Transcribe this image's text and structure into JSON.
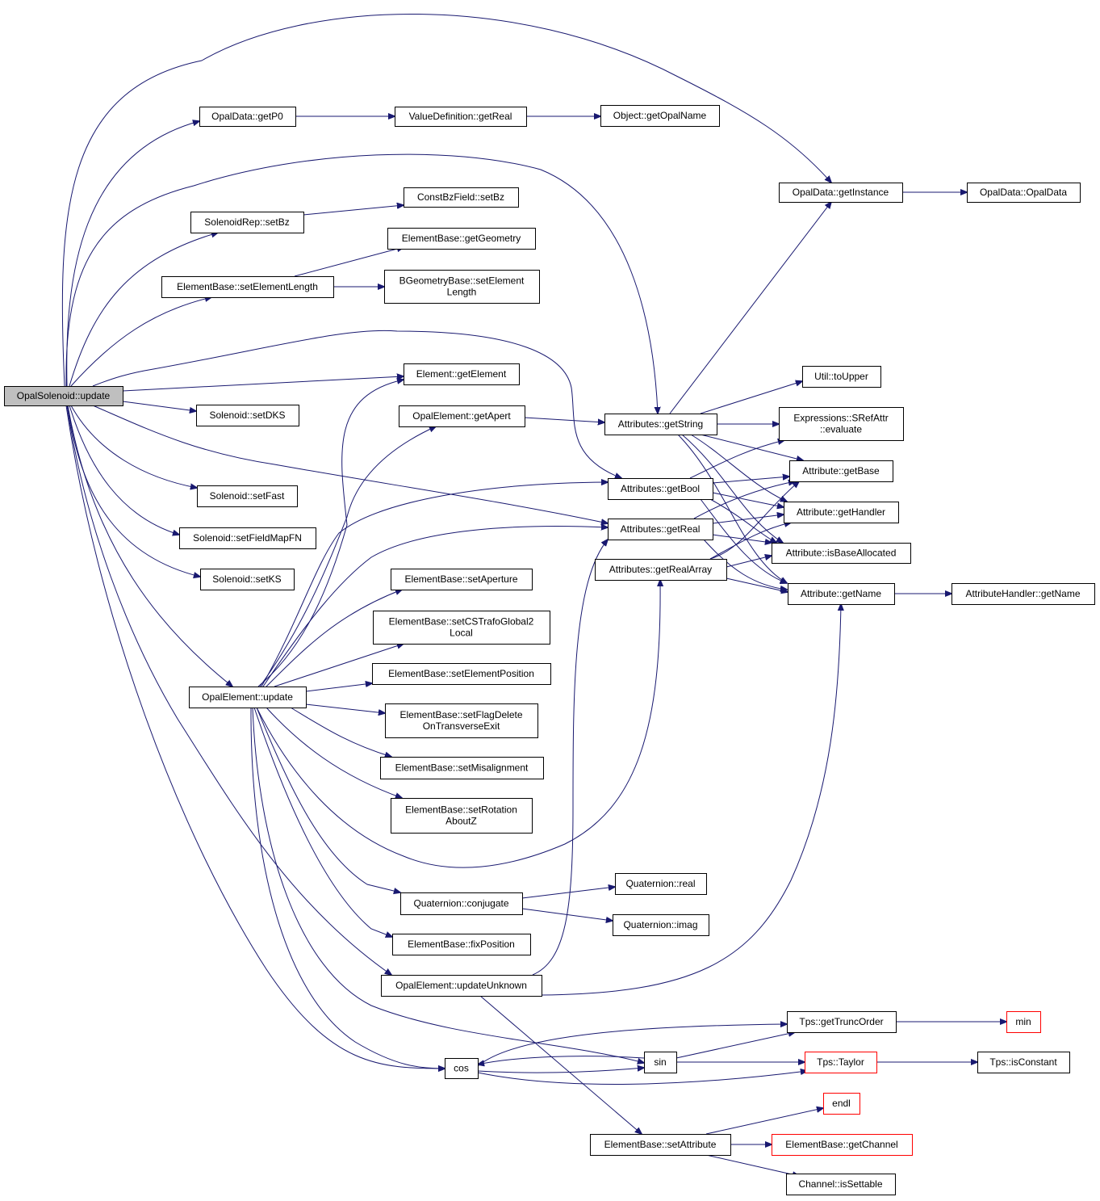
{
  "diagram": {
    "colors": {
      "edge": "#191970",
      "node_border": "#000000",
      "truncated_border": "#ff0000",
      "root_fill": "#bfbfbf",
      "node_fill": "#ffffff"
    },
    "nodes": [
      {
        "id": "opalsolenoid_update",
        "lines": [
          "OpalSolenoid::update"
        ],
        "root": true
      },
      {
        "id": "opaldata_getp0",
        "lines": [
          "OpalData::getP0"
        ]
      },
      {
        "id": "valuedefinition_getreal",
        "lines": [
          "ValueDefinition::getReal"
        ]
      },
      {
        "id": "object_getopalname",
        "lines": [
          "Object::getOpalName"
        ]
      },
      {
        "id": "opaldata_getinstance",
        "lines": [
          "OpalData::getInstance"
        ]
      },
      {
        "id": "opaldata_opaldata",
        "lines": [
          "OpalData::OpalData"
        ]
      },
      {
        "id": "solenoidrep_setbz",
        "lines": [
          "SolenoidRep::setBz"
        ]
      },
      {
        "id": "constbzfield_setbz",
        "lines": [
          "ConstBzField::setBz"
        ]
      },
      {
        "id": "elementbase_getgeometry",
        "lines": [
          "ElementBase::getGeometry"
        ]
      },
      {
        "id": "elementbase_setelementlength",
        "lines": [
          "ElementBase::setElementLength"
        ]
      },
      {
        "id": "bgeometrybase_setelementlength",
        "lines": [
          "BGeometryBase::setElement",
          "Length"
        ]
      },
      {
        "id": "element_getelement",
        "lines": [
          "Element::getElement"
        ]
      },
      {
        "id": "solenoid_setdks",
        "lines": [
          "Solenoid::setDKS"
        ]
      },
      {
        "id": "opalelement_getapert",
        "lines": [
          "OpalElement::getApert"
        ]
      },
      {
        "id": "attributes_getstring",
        "lines": [
          "Attributes::getString"
        ]
      },
      {
        "id": "util_toupper",
        "lines": [
          "Util::toUpper"
        ]
      },
      {
        "id": "expressions_srefattr_evaluate",
        "lines": [
          "Expressions::SRefAttr",
          "::evaluate"
        ]
      },
      {
        "id": "attribute_getbase",
        "lines": [
          "Attribute::getBase"
        ]
      },
      {
        "id": "attributes_getbool",
        "lines": [
          "Attributes::getBool"
        ]
      },
      {
        "id": "solenoid_setfast",
        "lines": [
          "Solenoid::setFast"
        ]
      },
      {
        "id": "attribute_gethandler",
        "lines": [
          "Attribute::getHandler"
        ]
      },
      {
        "id": "attributes_getreal",
        "lines": [
          "Attributes::getReal"
        ]
      },
      {
        "id": "solenoid_setfieldmapfn",
        "lines": [
          "Solenoid::setFieldMapFN"
        ]
      },
      {
        "id": "attribute_isbaseallocated",
        "lines": [
          "Attribute::isBaseAllocated"
        ]
      },
      {
        "id": "attributes_getrealarray",
        "lines": [
          "Attributes::getRealArray"
        ]
      },
      {
        "id": "elementbase_setaperture",
        "lines": [
          "ElementBase::setAperture"
        ]
      },
      {
        "id": "solenoid_setks",
        "lines": [
          "Solenoid::setKS"
        ]
      },
      {
        "id": "attribute_getname",
        "lines": [
          "Attribute::getName"
        ]
      },
      {
        "id": "attributehandler_getname",
        "lines": [
          "AttributeHandler::getName"
        ]
      },
      {
        "id": "elementbase_setcstrafoglobal2local",
        "lines": [
          "ElementBase::setCSTrafoGlobal2",
          "Local"
        ]
      },
      {
        "id": "elementbase_setelementposition",
        "lines": [
          "ElementBase::setElementPosition"
        ]
      },
      {
        "id": "opalelement_update",
        "lines": [
          "OpalElement::update"
        ]
      },
      {
        "id": "elementbase_setflagdeleteontransverseexit",
        "lines": [
          "ElementBase::setFlagDelete",
          "OnTransverseExit"
        ]
      },
      {
        "id": "elementbase_setmisalignment",
        "lines": [
          "ElementBase::setMisalignment"
        ]
      },
      {
        "id": "elementbase_setrotationaboutz",
        "lines": [
          "ElementBase::setRotation",
          "AboutZ"
        ]
      },
      {
        "id": "quaternion_real",
        "lines": [
          "Quaternion::real"
        ]
      },
      {
        "id": "quaternion_conjugate",
        "lines": [
          "Quaternion::conjugate"
        ]
      },
      {
        "id": "quaternion_imag",
        "lines": [
          "Quaternion::imag"
        ]
      },
      {
        "id": "elementbase_fixposition",
        "lines": [
          "ElementBase::fixPosition"
        ]
      },
      {
        "id": "opalelement_updateunknown",
        "lines": [
          "OpalElement::updateUnknown"
        ]
      },
      {
        "id": "tps_gettruncorder",
        "lines": [
          "Tps::getTruncOrder"
        ]
      },
      {
        "id": "min",
        "lines": [
          "min"
        ],
        "truncated": true
      },
      {
        "id": "sin",
        "lines": [
          "sin"
        ]
      },
      {
        "id": "tps_taylor",
        "lines": [
          "Tps::Taylor"
        ],
        "truncated": true
      },
      {
        "id": "tps_isconstant",
        "lines": [
          "Tps::isConstant"
        ]
      },
      {
        "id": "cos",
        "lines": [
          "cos"
        ]
      },
      {
        "id": "endl",
        "lines": [
          "endl"
        ],
        "truncated": true
      },
      {
        "id": "elementbase_setattribute",
        "lines": [
          "ElementBase::setAttribute"
        ]
      },
      {
        "id": "elementbase_getchannel",
        "lines": [
          "ElementBase::getChannel"
        ],
        "truncated": true
      },
      {
        "id": "channel_issettable",
        "lines": [
          "Channel::isSettable"
        ]
      }
    ],
    "edges": [
      {
        "from": "opalsolenoid_update",
        "to": "opaldata_getp0"
      },
      {
        "from": "opalsolenoid_update",
        "to": "opaldata_getinstance"
      },
      {
        "from": "opalsolenoid_update",
        "to": "attributes_getstring"
      },
      {
        "from": "opalsolenoid_update",
        "to": "solenoidrep_setbz"
      },
      {
        "from": "opalsolenoid_update",
        "to": "elementbase_setelementlength"
      },
      {
        "from": "opalsolenoid_update",
        "to": "attributes_getbool"
      },
      {
        "from": "opalsolenoid_update",
        "to": "element_getelement"
      },
      {
        "from": "opalsolenoid_update",
        "to": "solenoid_setdks"
      },
      {
        "from": "opalsolenoid_update",
        "to": "attributes_getreal"
      },
      {
        "from": "opalsolenoid_update",
        "to": "solenoid_setfast"
      },
      {
        "from": "opalsolenoid_update",
        "to": "solenoid_setfieldmapfn"
      },
      {
        "from": "opalsolenoid_update",
        "to": "solenoid_setks"
      },
      {
        "from": "opalsolenoid_update",
        "to": "opalelement_update"
      },
      {
        "from": "opalsolenoid_update",
        "to": "opalelement_updateunknown"
      },
      {
        "from": "opalsolenoid_update",
        "to": "cos"
      },
      {
        "from": "opaldata_getp0",
        "to": "valuedefinition_getreal"
      },
      {
        "from": "valuedefinition_getreal",
        "to": "object_getopalname"
      },
      {
        "from": "opaldata_getinstance",
        "to": "opaldata_opaldata"
      },
      {
        "from": "solenoidrep_setbz",
        "to": "constbzfield_setbz"
      },
      {
        "from": "elementbase_setelementlength",
        "to": "elementbase_getgeometry"
      },
      {
        "from": "elementbase_setelementlength",
        "to": "bgeometrybase_setelementlength"
      },
      {
        "from": "opalelement_getapert",
        "to": "attributes_getstring"
      },
      {
        "from": "attributes_getstring",
        "to": "opaldata_getinstance"
      },
      {
        "from": "attributes_getstring",
        "to": "util_toupper"
      },
      {
        "from": "attributes_getstring",
        "to": "expressions_srefattr_evaluate"
      },
      {
        "from": "attributes_getstring",
        "to": "attribute_getbase"
      },
      {
        "from": "attributes_getstring",
        "to": "attribute_gethandler"
      },
      {
        "from": "attributes_getstring",
        "to": "attribute_isbaseallocated"
      },
      {
        "from": "attributes_getstring",
        "to": "attribute_getname"
      },
      {
        "from": "attributes_getbool",
        "to": "expressions_srefattr_evaluate"
      },
      {
        "from": "attributes_getbool",
        "to": "attribute_getbase"
      },
      {
        "from": "attributes_getbool",
        "to": "attribute_gethandler"
      },
      {
        "from": "attributes_getbool",
        "to": "attribute_isbaseallocated"
      },
      {
        "from": "attributes_getbool",
        "to": "attribute_getname"
      },
      {
        "from": "attributes_getreal",
        "to": "attribute_getbase"
      },
      {
        "from": "attributes_getreal",
        "to": "attribute_gethandler"
      },
      {
        "from": "attributes_getreal",
        "to": "attribute_isbaseallocated"
      },
      {
        "from": "attributes_getreal",
        "to": "attribute_getname"
      },
      {
        "from": "attributes_getrealarray",
        "to": "attribute_getbase"
      },
      {
        "from": "attributes_getrealarray",
        "to": "attribute_gethandler"
      },
      {
        "from": "attributes_getrealarray",
        "to": "attribute_isbaseallocated"
      },
      {
        "from": "attributes_getrealarray",
        "to": "attribute_getname"
      },
      {
        "from": "attribute_getname",
        "to": "attributehandler_getname"
      },
      {
        "from": "opalelement_update",
        "to": "element_getelement"
      },
      {
        "from": "opalelement_update",
        "to": "opalelement_getapert"
      },
      {
        "from": "opalelement_update",
        "to": "attributes_getbool"
      },
      {
        "from": "opalelement_update",
        "to": "attributes_getreal"
      },
      {
        "from": "opalelement_update",
        "to": "attributes_getrealarray"
      },
      {
        "from": "opalelement_update",
        "to": "elementbase_setaperture"
      },
      {
        "from": "opalelement_update",
        "to": "elementbase_setcstrafoglobal2local"
      },
      {
        "from": "opalelement_update",
        "to": "elementbase_setelementposition"
      },
      {
        "from": "opalelement_update",
        "to": "elementbase_setflagdeleteontransverseexit"
      },
      {
        "from": "opalelement_update",
        "to": "elementbase_setmisalignment"
      },
      {
        "from": "opalelement_update",
        "to": "elementbase_setrotationaboutz"
      },
      {
        "from": "opalelement_update",
        "to": "quaternion_conjugate"
      },
      {
        "from": "opalelement_update",
        "to": "elementbase_fixposition"
      },
      {
        "from": "opalelement_update",
        "to": "sin"
      },
      {
        "from": "opalelement_update",
        "to": "cos"
      },
      {
        "from": "quaternion_conjugate",
        "to": "quaternion_real"
      },
      {
        "from": "quaternion_conjugate",
        "to": "quaternion_imag"
      },
      {
        "from": "opalelement_updateunknown",
        "to": "attributes_getreal"
      },
      {
        "from": "opalelement_updateunknown",
        "to": "attribute_getname"
      },
      {
        "from": "opalelement_updateunknown",
        "to": "elementbase_setattribute"
      },
      {
        "from": "tps_gettruncorder",
        "to": "min"
      },
      {
        "from": "sin",
        "to": "tps_gettruncorder"
      },
      {
        "from": "sin",
        "to": "tps_taylor"
      },
      {
        "from": "sin",
        "to": "cos"
      },
      {
        "from": "cos",
        "to": "tps_gettruncorder"
      },
      {
        "from": "cos",
        "to": "tps_taylor"
      },
      {
        "from": "cos",
        "to": "sin"
      },
      {
        "from": "tps_taylor",
        "to": "tps_isconstant"
      },
      {
        "from": "elementbase_setattribute",
        "to": "endl"
      },
      {
        "from": "elementbase_setattribute",
        "to": "elementbase_getchannel"
      },
      {
        "from": "elementbase_setattribute",
        "to": "channel_issettable"
      }
    ]
  }
}
